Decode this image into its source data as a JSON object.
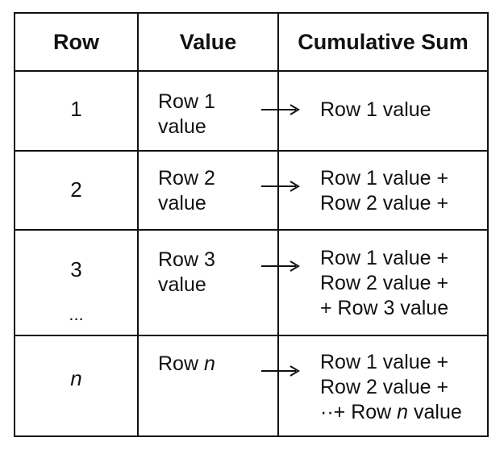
{
  "headers": {
    "row": "Row",
    "value": "Value",
    "cumulative": "Cumulative Sum"
  },
  "rows": [
    {
      "row": "1",
      "value": [
        "Row 1",
        "value"
      ],
      "cumulative": [
        "Row 1 value"
      ]
    },
    {
      "row": "2",
      "value": [
        "Row 2",
        "value"
      ],
      "cumulative": [
        "Row 1 value +",
        "Row 2 value +"
      ]
    },
    {
      "row": "3",
      "row_extra": "...",
      "value": [
        "Row 3",
        "value"
      ],
      "cumulative": [
        "Row 1 value +",
        "Row 2 value +",
        "+ Row 3 value"
      ]
    },
    {
      "row": "n",
      "value_prefix": "Row ",
      "value_var": "n",
      "cumulative": [
        "Row 1 value +",
        "Row 2 value +"
      ],
      "cumulative_last_prefix": "··+ Row ",
      "cumulative_last_var": "n",
      "cumulative_last_suffix": " value"
    }
  ]
}
